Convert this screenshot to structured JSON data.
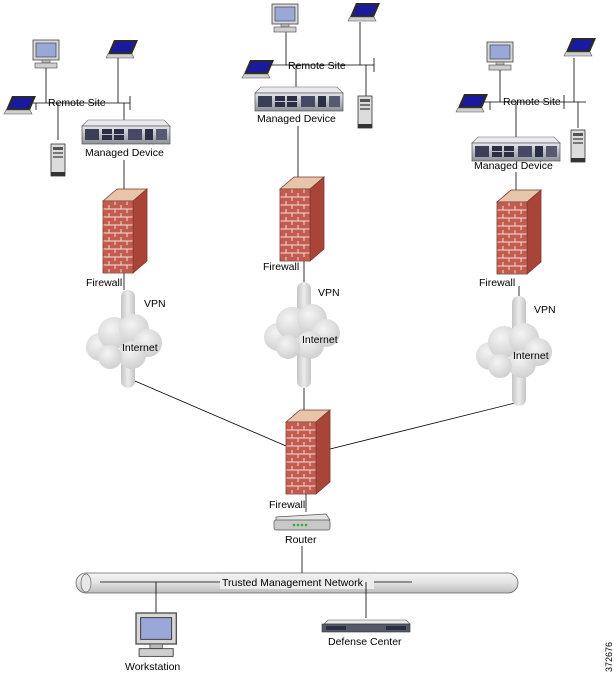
{
  "labels": {
    "remote_site": "Remote Site",
    "managed_device": "Managed Device",
    "firewall": "Firewall",
    "vpn": "VPN",
    "internet": "Internet",
    "router": "Router",
    "trusted_network": "Trusted Management Network",
    "workstation": "Workstation",
    "defense_center": "Defense Center",
    "figure_id": "372676"
  },
  "sites": [
    {
      "remote_site": "Remote Site",
      "managed_device": "Managed Device",
      "firewall": "Firewall",
      "vpn": "VPN",
      "internet": "Internet"
    },
    {
      "remote_site": "Remote Site",
      "managed_device": "Managed Device",
      "firewall": "Firewall",
      "vpn": "VPN",
      "internet": "Internet"
    },
    {
      "remote_site": "Remote Site",
      "managed_device": "Managed Device",
      "firewall": "Firewall",
      "vpn": "VPN",
      "internet": "Internet"
    }
  ],
  "colors": {
    "firewall_brick": "#c55a4e",
    "firewall_top": "#e8c4a8",
    "cloud": "#d8d8d8",
    "pipe": "#cfcfcf",
    "laptop_screen": "#1a1aa0",
    "monitor_screen": "#9aa8d8",
    "device_body": "#b8bcc4"
  },
  "icons": [
    "laptop-icon",
    "desktop-monitor-icon",
    "server-tower-icon",
    "managed-device-icon",
    "firewall-icon",
    "cloud-icon",
    "router-icon",
    "defense-center-icon"
  ]
}
